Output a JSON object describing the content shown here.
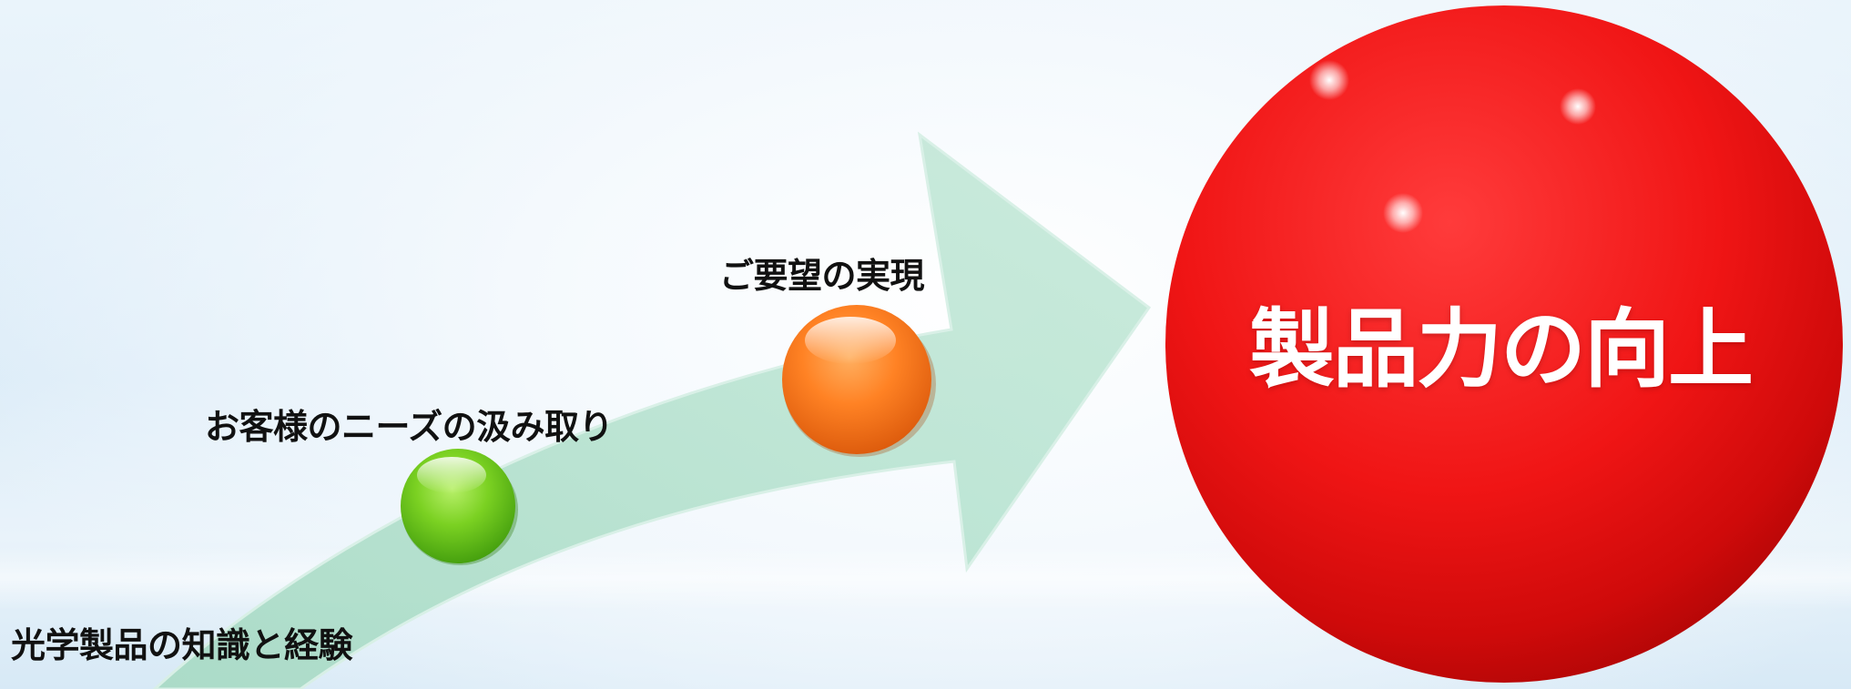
{
  "diagram": {
    "steps": [
      {
        "label": "光学製品の知識と経験"
      },
      {
        "label": "お客様のニーズの汲み取り",
        "marker_color": "#6cc51c"
      },
      {
        "label": "ご要望の実現",
        "marker_color": "#ff7e1f"
      }
    ],
    "goal": {
      "label": "製品力の向上",
      "color": "#ee1111"
    },
    "arrow_color": "#b5e2d1"
  }
}
